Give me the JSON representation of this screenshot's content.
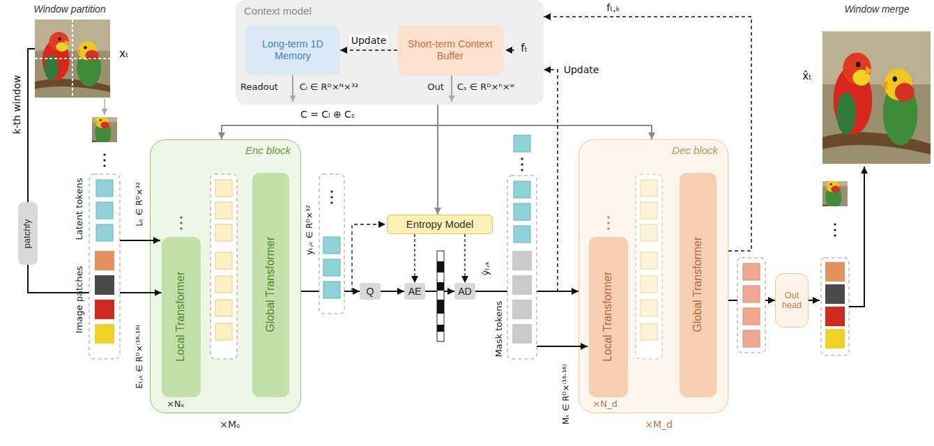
{
  "diagram": {
    "nodes": [
      {
        "text": [
          "Context model"
        ]
      },
      {
        "text": [
          "Long-term 1D Memory"
        ],
        "in": 0
      },
      {
        "text": [
          "Short-term Context Buffer"
        ],
        "in": 0
      },
      {
        "text": [
          "patchfy"
        ]
      },
      {
        "text": [
          "Enc block"
        ]
      },
      {
        "text": [
          "Local Transformer"
        ],
        "in": 4
      },
      {
        "text": [
          "Global Transformer"
        ],
        "in": 4
      },
      {
        "text": [
          "Entropy Model"
        ]
      },
      {
        "text": [
          "Q"
        ]
      },
      {
        "text": [
          "AE"
        ]
      },
      {
        "text": [
          "AD"
        ]
      },
      {
        "text": [
          "Dec block"
        ]
      },
      {
        "text": [
          "Local Transformer"
        ],
        "in": 11
      },
      {
        "text": [
          "Global Transformer"
        ],
        "in": 11
      },
      {
        "text": [
          "Out head"
        ]
      }
    ],
    "edges": [
      {
        "from": 2,
        "to": 1,
        "label": "Update",
        "arrow": "to"
      },
      {
        "from": 0,
        "to": 4,
        "arrow": "to"
      },
      {
        "from": 0,
        "to": 7,
        "arrow": "to"
      },
      {
        "from": 0,
        "to": 11,
        "arrow": "to"
      },
      {
        "from": 3,
        "to": 5,
        "arrow": "to"
      },
      {
        "from": 4,
        "to": 8,
        "arrow": "to"
      },
      {
        "from": 8,
        "to": 9,
        "arrow": "to"
      },
      {
        "from": 9,
        "to": 10,
        "arrow": "to"
      },
      {
        "from": 7,
        "to": 9,
        "arrow": "to"
      },
      {
        "from": 7,
        "to": 10,
        "arrow": "to"
      },
      {
        "from": 10,
        "to": 11,
        "arrow": "to"
      },
      {
        "from": 11,
        "to": 14,
        "arrow": "to"
      },
      {
        "from": 10,
        "to": 0,
        "label": "Update",
        "arrow": "to"
      },
      {
        "from": 11,
        "to": 0,
        "label": "fₜ,ₖ",
        "arrow": "to"
      }
    ],
    "labels": [
      "Window partition",
      "xₜ",
      "k-th window",
      "Readout",
      "Cₗ ∈ Rᴰ×ᴺ×³²",
      "Out",
      "Cₛ ∈ Rᴰ×ʰ×ʷ",
      "fₜ",
      "C = Cₗ ⊕ Cₛ",
      "Latent tokens",
      "Image patches",
      "Lₖ ∈ Rᴰ×³²",
      "Eₜ,ₖ ∈ Rᴰ×⁽¹⁶·¹⁶⁾",
      "×Nₑ",
      "×Mₑ",
      "yₜ,ₖ ∈ Rᴰ×³²",
      "ŷₜ,ₖ",
      "Mask tokens",
      "Mₖ ∈ Rᴰ×⁽¹⁶·¹⁶⁾",
      "×N_d",
      "×M_d",
      "Window merge",
      "x̂ₜ"
    ]
  }
}
